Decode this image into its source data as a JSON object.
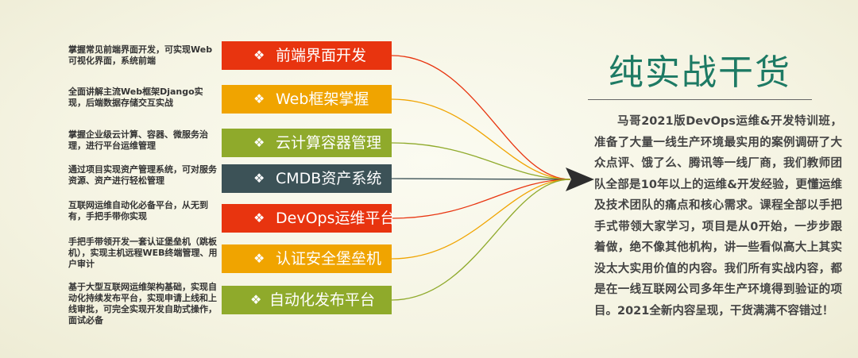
{
  "items": [
    {
      "label": "前端界面开发",
      "desc": "掌握常见前端界面开发，可实现Web可视化界面，系统前端",
      "color": "#e8340f",
      "line_color": "#e8340f"
    },
    {
      "label": "Web框架掌握",
      "desc": "全面讲解主流Web框架Django实现，后端数据存储交互实战",
      "color": "#f0a400",
      "line_color": "#f0a400"
    },
    {
      "label": "云计算容器管理",
      "desc": "掌握企业级云计算、容器、微服务治理，进行平台运维管理",
      "color": "#8faa2b",
      "line_color": "#8faa2b"
    },
    {
      "label": "CMDB资产系统",
      "desc": "通过项目实现资产管理系统，可对服务资源、资产进行轻松管理",
      "color": "#3c5257",
      "line_color": "#3c5257"
    },
    {
      "label": "DevOps运维平台",
      "desc": "互联网运维自动化必备平台，从无到有，手把手带你实现",
      "color": "#e8340f",
      "line_color": "#e8340f"
    },
    {
      "label": "认证安全堡垒机",
      "desc": "手把手带领开发一套认证堡垒机（跳板机），实现主机远程WEB终端管理、用户审计",
      "color": "#f0a400",
      "line_color": "#f0a400"
    },
    {
      "label": "自动化发布平台",
      "desc": "基于大型互联网运维架构基础，实现自动化持续发布平台，实现申请上线和上线审批，可完全实现开发自助式操作，面试必备",
      "color": "#8faa2b",
      "line_color": "#8faa2b"
    }
  ],
  "bullet_glyph": "❖",
  "title": "纯实战干货",
  "body": "马哥2021版DevOps运维&开发特训班，准备了大量一线生产环境最实用的案例调研了大众点评、饿了么、腾讯等一线厂商，我们教师团队全部是10年以上的运维&开发经验，更懂运维及技术团队的痛点和核心需求。课程全部以手把手式带领大家学习，项目是从0开始，一步步跟着做，绝不像其他机构，讲一些看似高大上其实没太大实用价值的内容。我们所有实战内容，都是在一线互联网公司多年生产环境得到验证的项目。2021全新内容呈现，干货满满不容错过！",
  "colors": {
    "title": "#1d7a64",
    "arrow": "#2d2d2d"
  }
}
